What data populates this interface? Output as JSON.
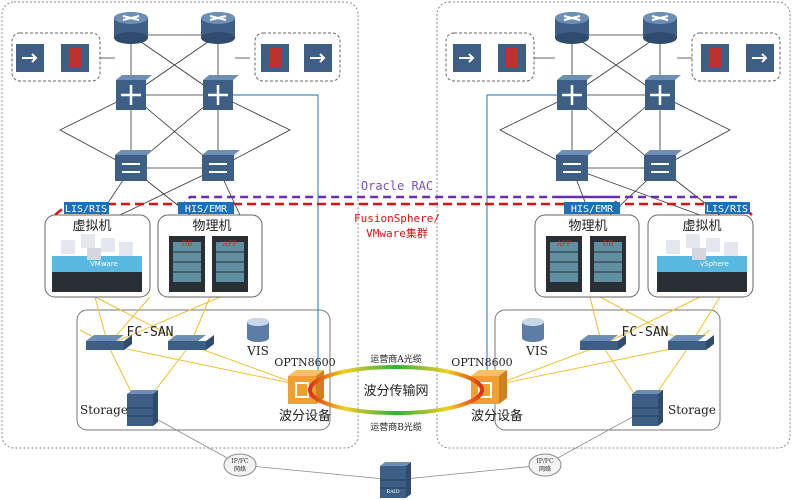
{
  "labels": {
    "oracle_rac": "Oracle RAC",
    "fusion_1": "FusionSphere/",
    "fusion_2": "VMware集群",
    "carrier_a": "运营商A光缆",
    "carrier_b": "运营商B光缆",
    "wdm_network": "波分传输网"
  },
  "left_site": {
    "lis_ris": "LIS/RIS",
    "vm": "虚拟机",
    "his_emr": "HIS/EMR",
    "physical": "物理机",
    "db": "DB",
    "app": "APP",
    "vmware": "VMware",
    "fc_san": "FC-SAN",
    "vis": "VIS",
    "optn": "OPTN8600",
    "wdm_device": "波分设备",
    "storage": "Storage",
    "network": "IP/FC",
    "network_2": "网络"
  },
  "right_site": {
    "lis_ris": "LIS/RIS",
    "vm": "虚拟机",
    "his_emr": "HIS/EMR",
    "physical": "物理机",
    "db": "DB",
    "app": "APP",
    "vmware": "vSphere",
    "fc_san": "FC-SAN",
    "vis": "VIS",
    "optn": "OPTN8600",
    "wdm_device": "波分设备",
    "storage": "Storage",
    "network": "IP/FC",
    "network_2": "网络"
  },
  "bottom": {
    "raid": "RAID"
  },
  "colors": {
    "device_blue": "#3d5f86",
    "tab_blue": "#1f6fb8",
    "oracle_line": "#6a2fb0",
    "fusion_line": "#e01010",
    "san_line": "#f0c030",
    "fiber_line": "#3a8fd0",
    "optn_orange": "#f0a030"
  }
}
